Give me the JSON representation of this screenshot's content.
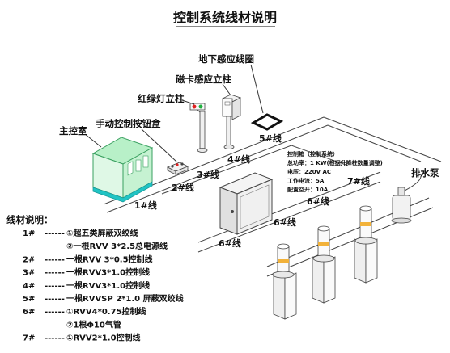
{
  "title": "控制系统线材说明",
  "labels": {
    "underground_coil": "地下感应线圈",
    "card_post": "磁卡感应立柱",
    "traffic_light_post": "红绿灯立柱",
    "manual_button_box": "手动控制按钮盒",
    "main_control_room": "主控室",
    "drain_pump": "排水泵"
  },
  "wires": {
    "w1": "1#线",
    "w2": "2#线",
    "w3": "3#线",
    "w4": "4#线",
    "w5": "5#线",
    "w6a": "6#线",
    "w6b": "6#线",
    "w6c": "6#线",
    "w7": "7#线"
  },
  "cabinet_spec": {
    "head": "控制箱（控制系统）",
    "lines": [
      "总功率：1 KW(根据升降柱数量调整)",
      "电压：220V AC",
      "工作电流：5A",
      "配置空开：10A"
    ]
  },
  "legend": {
    "heading": "线材说明：",
    "rows": [
      {
        "num": "1#",
        "dash": "------",
        "text": "①超五类屏蔽双绞线"
      },
      {
        "num": "",
        "dash": "",
        "text": "②一根RVV 3*2.5总电源线"
      },
      {
        "num": "2#",
        "dash": "------",
        "text": "一根RVV 3*0.5控制线"
      },
      {
        "num": "3#",
        "dash": "------",
        "text": "一根RVV3*1.0控制线"
      },
      {
        "num": "4#",
        "dash": "------",
        "text": "一根RVV3*1.0控制线"
      },
      {
        "num": "5#",
        "dash": "------",
        "text": "一根RVVSP 2*1.0 屏蔽双绞线"
      },
      {
        "num": "6#",
        "dash": "------",
        "text": "①RVV4*0.75控制线"
      },
      {
        "num": "",
        "dash": "",
        "text": "②1根Φ10气管"
      },
      {
        "num": "7#",
        "dash": "------",
        "text": "①RVV2*1.0控制线"
      }
    ]
  },
  "colors": {
    "room_green": "#7fe0a0",
    "room_cyan": "#20c4c4",
    "line": "#333333",
    "light_red": "#e02020",
    "light_green": "#20b040"
  }
}
